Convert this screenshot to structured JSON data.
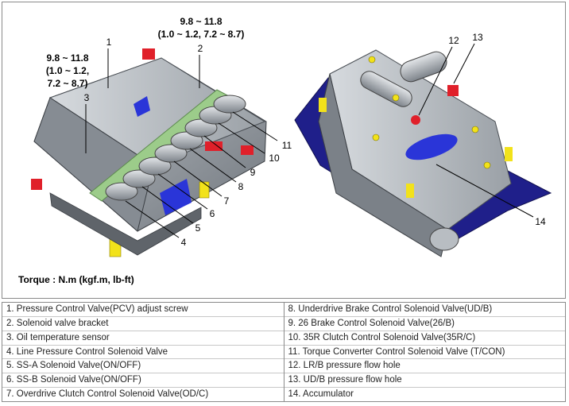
{
  "torque_spec_top": [
    "9.8 ~ 11.8",
    "(1.0 ~ 1.2, 7.2 ~ 8.7)"
  ],
  "torque_spec_left": [
    "9.8 ~ 11.8",
    "(1.0 ~ 1.2,",
    "7.2 ~ 8.7)"
  ],
  "torque_note": "Torque : N.m (kgf.m, lb-ft)",
  "callouts": [
    "1",
    "2",
    "3",
    "4",
    "5",
    "6",
    "7",
    "8",
    "9",
    "10",
    "11",
    "12",
    "13",
    "14"
  ],
  "legend_left": [
    "1. Pressure Control Valve(PCV) adjust screw",
    "2. Solenoid valve bracket",
    "3. Oil temperature sensor",
    "4. Line Pressure Control Solenoid Valve",
    "5. SS-A Solenoid Valve(ON/OFF)",
    "6. SS-B Solenoid Valve(ON/OFF)",
    "7. Overdrive Clutch Control Solenoid Valve(OD/C)"
  ],
  "legend_right": [
    "8. Underdrive Brake Control Solenoid Valve(UD/B)",
    "9. 26 Brake Control Solenoid Valve(26/B)",
    "10. 35R Clutch Control Solenoid Valve(35R/C)",
    "11. Torque Converter Control Solenoid Valve (T/CON)",
    "12. LR/B pressure flow hole",
    "13. UD/B pressure flow hole",
    "14. Accumulator"
  ],
  "colors": {
    "body": "#9aa0a6",
    "body_dark": "#6b7178",
    "accent_red": "#e0202a",
    "accent_yellow": "#f2e21a",
    "accent_blue": "#2a35d8",
    "bracket_green": "#9ccc8a"
  }
}
